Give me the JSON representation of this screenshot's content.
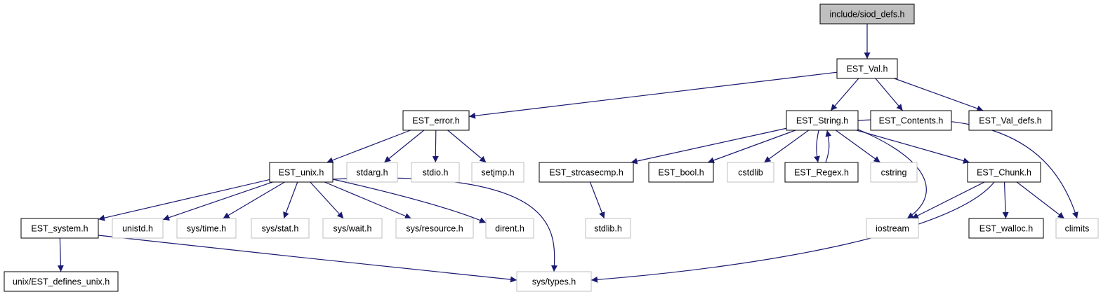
{
  "colors": {
    "edge": "#191970",
    "root_fill": "#bfbfbf",
    "node_border": "#000000",
    "external_border": "#bfbfbf",
    "node_fill": "#ffffff"
  },
  "nodes": [
    {
      "id": "siod_defs",
      "label": "include/siod_defs.h",
      "kind": "root"
    },
    {
      "id": "est_val",
      "label": "EST_Val.h",
      "kind": "local"
    },
    {
      "id": "est_error",
      "label": "EST_error.h",
      "kind": "local"
    },
    {
      "id": "est_string",
      "label": "EST_String.h",
      "kind": "local"
    },
    {
      "id": "est_contents",
      "label": "EST_Contents.h",
      "kind": "local"
    },
    {
      "id": "est_val_defs",
      "label": "EST_Val_defs.h",
      "kind": "local"
    },
    {
      "id": "est_unix",
      "label": "EST_unix.h",
      "kind": "local"
    },
    {
      "id": "stdarg",
      "label": "stdarg.h",
      "kind": "external"
    },
    {
      "id": "stdio",
      "label": "stdio.h",
      "kind": "external"
    },
    {
      "id": "setjmp",
      "label": "setjmp.h",
      "kind": "external"
    },
    {
      "id": "est_strcasecmp",
      "label": "EST_strcasecmp.h",
      "kind": "local"
    },
    {
      "id": "est_bool",
      "label": "EST_bool.h",
      "kind": "local"
    },
    {
      "id": "cstdlib",
      "label": "cstdlib",
      "kind": "external"
    },
    {
      "id": "est_regex",
      "label": "EST_Regex.h",
      "kind": "local"
    },
    {
      "id": "cstring",
      "label": "cstring",
      "kind": "external"
    },
    {
      "id": "est_chunk",
      "label": "EST_Chunk.h",
      "kind": "local"
    },
    {
      "id": "est_system",
      "label": "EST_system.h",
      "kind": "local"
    },
    {
      "id": "unistd",
      "label": "unistd.h",
      "kind": "external"
    },
    {
      "id": "sys_time",
      "label": "sys/time.h",
      "kind": "external"
    },
    {
      "id": "sys_stat",
      "label": "sys/stat.h",
      "kind": "external"
    },
    {
      "id": "sys_wait",
      "label": "sys/wait.h",
      "kind": "external"
    },
    {
      "id": "sys_resource",
      "label": "sys/resource.h",
      "kind": "external"
    },
    {
      "id": "dirent",
      "label": "dirent.h",
      "kind": "external"
    },
    {
      "id": "stdlib",
      "label": "stdlib.h",
      "kind": "external"
    },
    {
      "id": "iostream",
      "label": "iostream",
      "kind": "external"
    },
    {
      "id": "est_walloc",
      "label": "EST_walloc.h",
      "kind": "local"
    },
    {
      "id": "climits",
      "label": "climits",
      "kind": "external"
    },
    {
      "id": "unix_est_defines",
      "label": "unix/EST_defines_unix.h",
      "kind": "local"
    },
    {
      "id": "sys_types",
      "label": "sys/types.h",
      "kind": "external"
    }
  ],
  "edges": [
    {
      "from": "siod_defs",
      "to": "est_val"
    },
    {
      "from": "est_val",
      "to": "est_error"
    },
    {
      "from": "est_val",
      "to": "est_string"
    },
    {
      "from": "est_val",
      "to": "est_contents"
    },
    {
      "from": "est_val",
      "to": "est_val_defs"
    },
    {
      "from": "est_error",
      "to": "est_unix"
    },
    {
      "from": "est_error",
      "to": "stdarg"
    },
    {
      "from": "est_error",
      "to": "stdio"
    },
    {
      "from": "est_error",
      "to": "setjmp"
    },
    {
      "from": "est_unix",
      "to": "est_system"
    },
    {
      "from": "est_unix",
      "to": "unistd"
    },
    {
      "from": "est_unix",
      "to": "sys_time"
    },
    {
      "from": "est_unix",
      "to": "sys_stat"
    },
    {
      "from": "est_unix",
      "to": "sys_wait"
    },
    {
      "from": "est_unix",
      "to": "sys_resource"
    },
    {
      "from": "est_unix",
      "to": "dirent"
    },
    {
      "from": "est_unix",
      "to": "sys_types"
    },
    {
      "from": "est_system",
      "to": "unix_est_defines"
    },
    {
      "from": "est_system",
      "to": "sys_types"
    },
    {
      "from": "est_string",
      "to": "est_strcasecmp"
    },
    {
      "from": "est_string",
      "to": "est_bool"
    },
    {
      "from": "est_string",
      "to": "cstdlib"
    },
    {
      "from": "est_string",
      "to": "est_regex"
    },
    {
      "from": "est_regex",
      "to": "est_string"
    },
    {
      "from": "est_string",
      "to": "cstring"
    },
    {
      "from": "est_string",
      "to": "iostream"
    },
    {
      "from": "est_string",
      "to": "est_chunk"
    },
    {
      "from": "est_string",
      "to": "climits"
    },
    {
      "from": "est_strcasecmp",
      "to": "stdlib"
    },
    {
      "from": "est_chunk",
      "to": "iostream"
    },
    {
      "from": "est_chunk",
      "to": "sys_types"
    },
    {
      "from": "est_chunk",
      "to": "est_walloc"
    },
    {
      "from": "est_chunk",
      "to": "climits"
    }
  ]
}
